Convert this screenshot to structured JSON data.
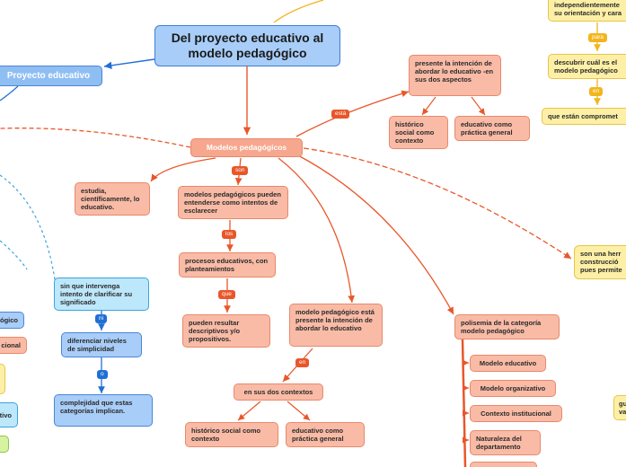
{
  "root": {
    "title": "Del proyecto educativo al modelo pedagógico"
  },
  "proyecto": {
    "label": "Proyecto educativo"
  },
  "modelos": {
    "label": "Modelos pedagógicos"
  },
  "connectors": {
    "esta": "está",
    "son": "son",
    "los": "los",
    "que": "que",
    "en": "en",
    "ni": "ni",
    "o": "o",
    "para": "para",
    "en_top": "en"
  },
  "nodes": {
    "presente_intencion": "presente la intención de abordar lo educativo -en sus dos aspectos",
    "historico_social": "histórico social como contexto",
    "educativo_practica": "educativo como práctica general",
    "estudia": "estudia, científicamente, lo educativo.",
    "modelos_entenderse": "modelos pedagógicos pueden entenderse como intentos de esclarecer",
    "procesos_educativos": "procesos educativos, con planteamientos",
    "pueden_resultar": "pueden resultar descriptivos y/o propositivos.",
    "modelo_presente": "modelo pedagógico está presente la intención de abordar lo educativo",
    "en_sus_dos": "en sus dos contextos",
    "historico_social_2": "histórico social como contexto",
    "educativo_practica_2": "educativo como práctica general",
    "polisemia": "polisemia de la categoría modelo pedagógico",
    "modelo_educativo": "Modelo educativo",
    "modelo_organizativo": "Modelo organizativo",
    "contexto_institucional": "Contexto institucional",
    "naturaleza_departamento": "Naturaleza del departamento",
    "sin_intervenga": "sin que intervenga intento de clarificar su significado",
    "diferenciar_niveles": "diferenciar niveles de simplicidad",
    "complejidad": "complejidad que estas categorías implican.",
    "left_gico": "gógico",
    "left_cional": "cional",
    "left_tivo": "tivo",
    "independientemente": "independientemente su orientación y cara",
    "descubrir": "descubrir cuál es el modelo pedagógico",
    "que_estan": "que están compromet",
    "son_una_herr": "son una herr construcció pues permite",
    "right_gu": "gu va"
  },
  "colors": {
    "orange_line": "#e8572a",
    "blue_line": "#1f6fd6",
    "cyan_line": "#3aa5dd",
    "yellow_line": "#f2b51c"
  }
}
